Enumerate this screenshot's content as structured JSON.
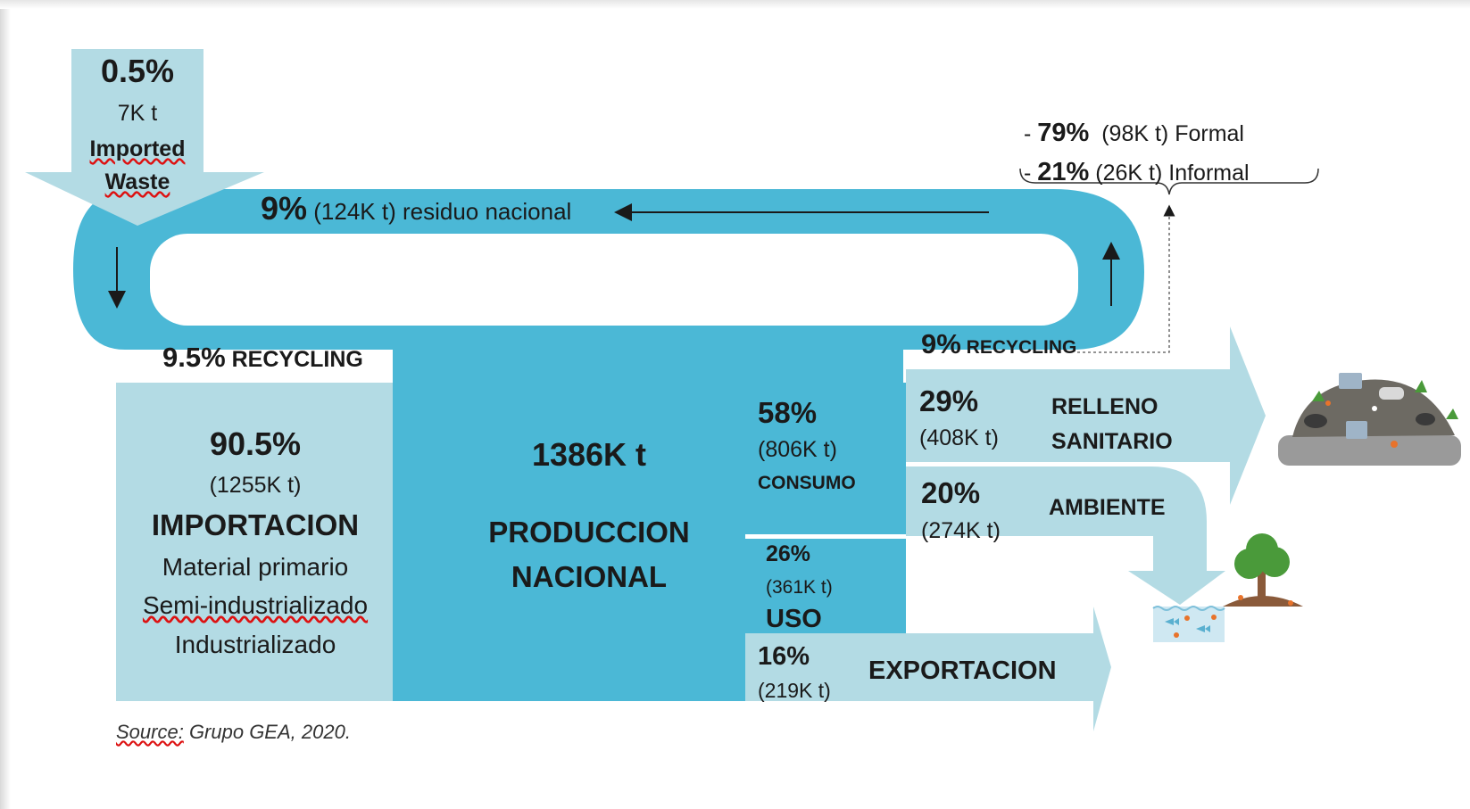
{
  "imported": {
    "pct": "0.5%",
    "tonnes": "7K t",
    "label1": "Imported",
    "label2": "Waste"
  },
  "loop": {
    "pct": "9%",
    "text": "(124K t) residuo nacional"
  },
  "recycling_left": {
    "pct": "9.5%",
    "label": "RECYCLING"
  },
  "recycling_right": {
    "pct": "9%",
    "label": "RECYCLING"
  },
  "brace": {
    "formal_dash": "-",
    "formal_pct": "79%",
    "formal_text": "(98K t) Formal",
    "informal_dash": "-",
    "informal_pct": "21%",
    "informal_text": "(26K t) Informal"
  },
  "import": {
    "pct": "90.5%",
    "tonnes": "(1255K t)",
    "label": "IMPORTACION",
    "items": [
      "Material primario",
      "Semi-industrializado",
      "Industrializado"
    ]
  },
  "production": {
    "tonnes": "1386K t",
    "label1": "PRODUCCION",
    "label2": "NACIONAL"
  },
  "consumo": {
    "pct": "58%",
    "tonnes": "(806K t)",
    "label": "CONSUMO"
  },
  "uso": {
    "pct": "26%",
    "tonnes": "(361K t)",
    "label": "USO"
  },
  "export": {
    "pct": "16%",
    "tonnes": "(219K t)",
    "label": "EXPORTACION"
  },
  "relleno": {
    "pct": "29%",
    "tonnes": "(408K t)",
    "label1": "RELLENO",
    "label2": "SANITARIO"
  },
  "ambiente": {
    "pct": "20%",
    "tonnes": "(274K t)",
    "label": "AMBIENTE"
  },
  "source": {
    "prefix": "Source:",
    "text": " Grupo GEA, 2020."
  },
  "colors": {
    "dark_blue": "#4bb8d6",
    "light_blue": "#b3dbe4",
    "text": "#1a1a1a"
  }
}
